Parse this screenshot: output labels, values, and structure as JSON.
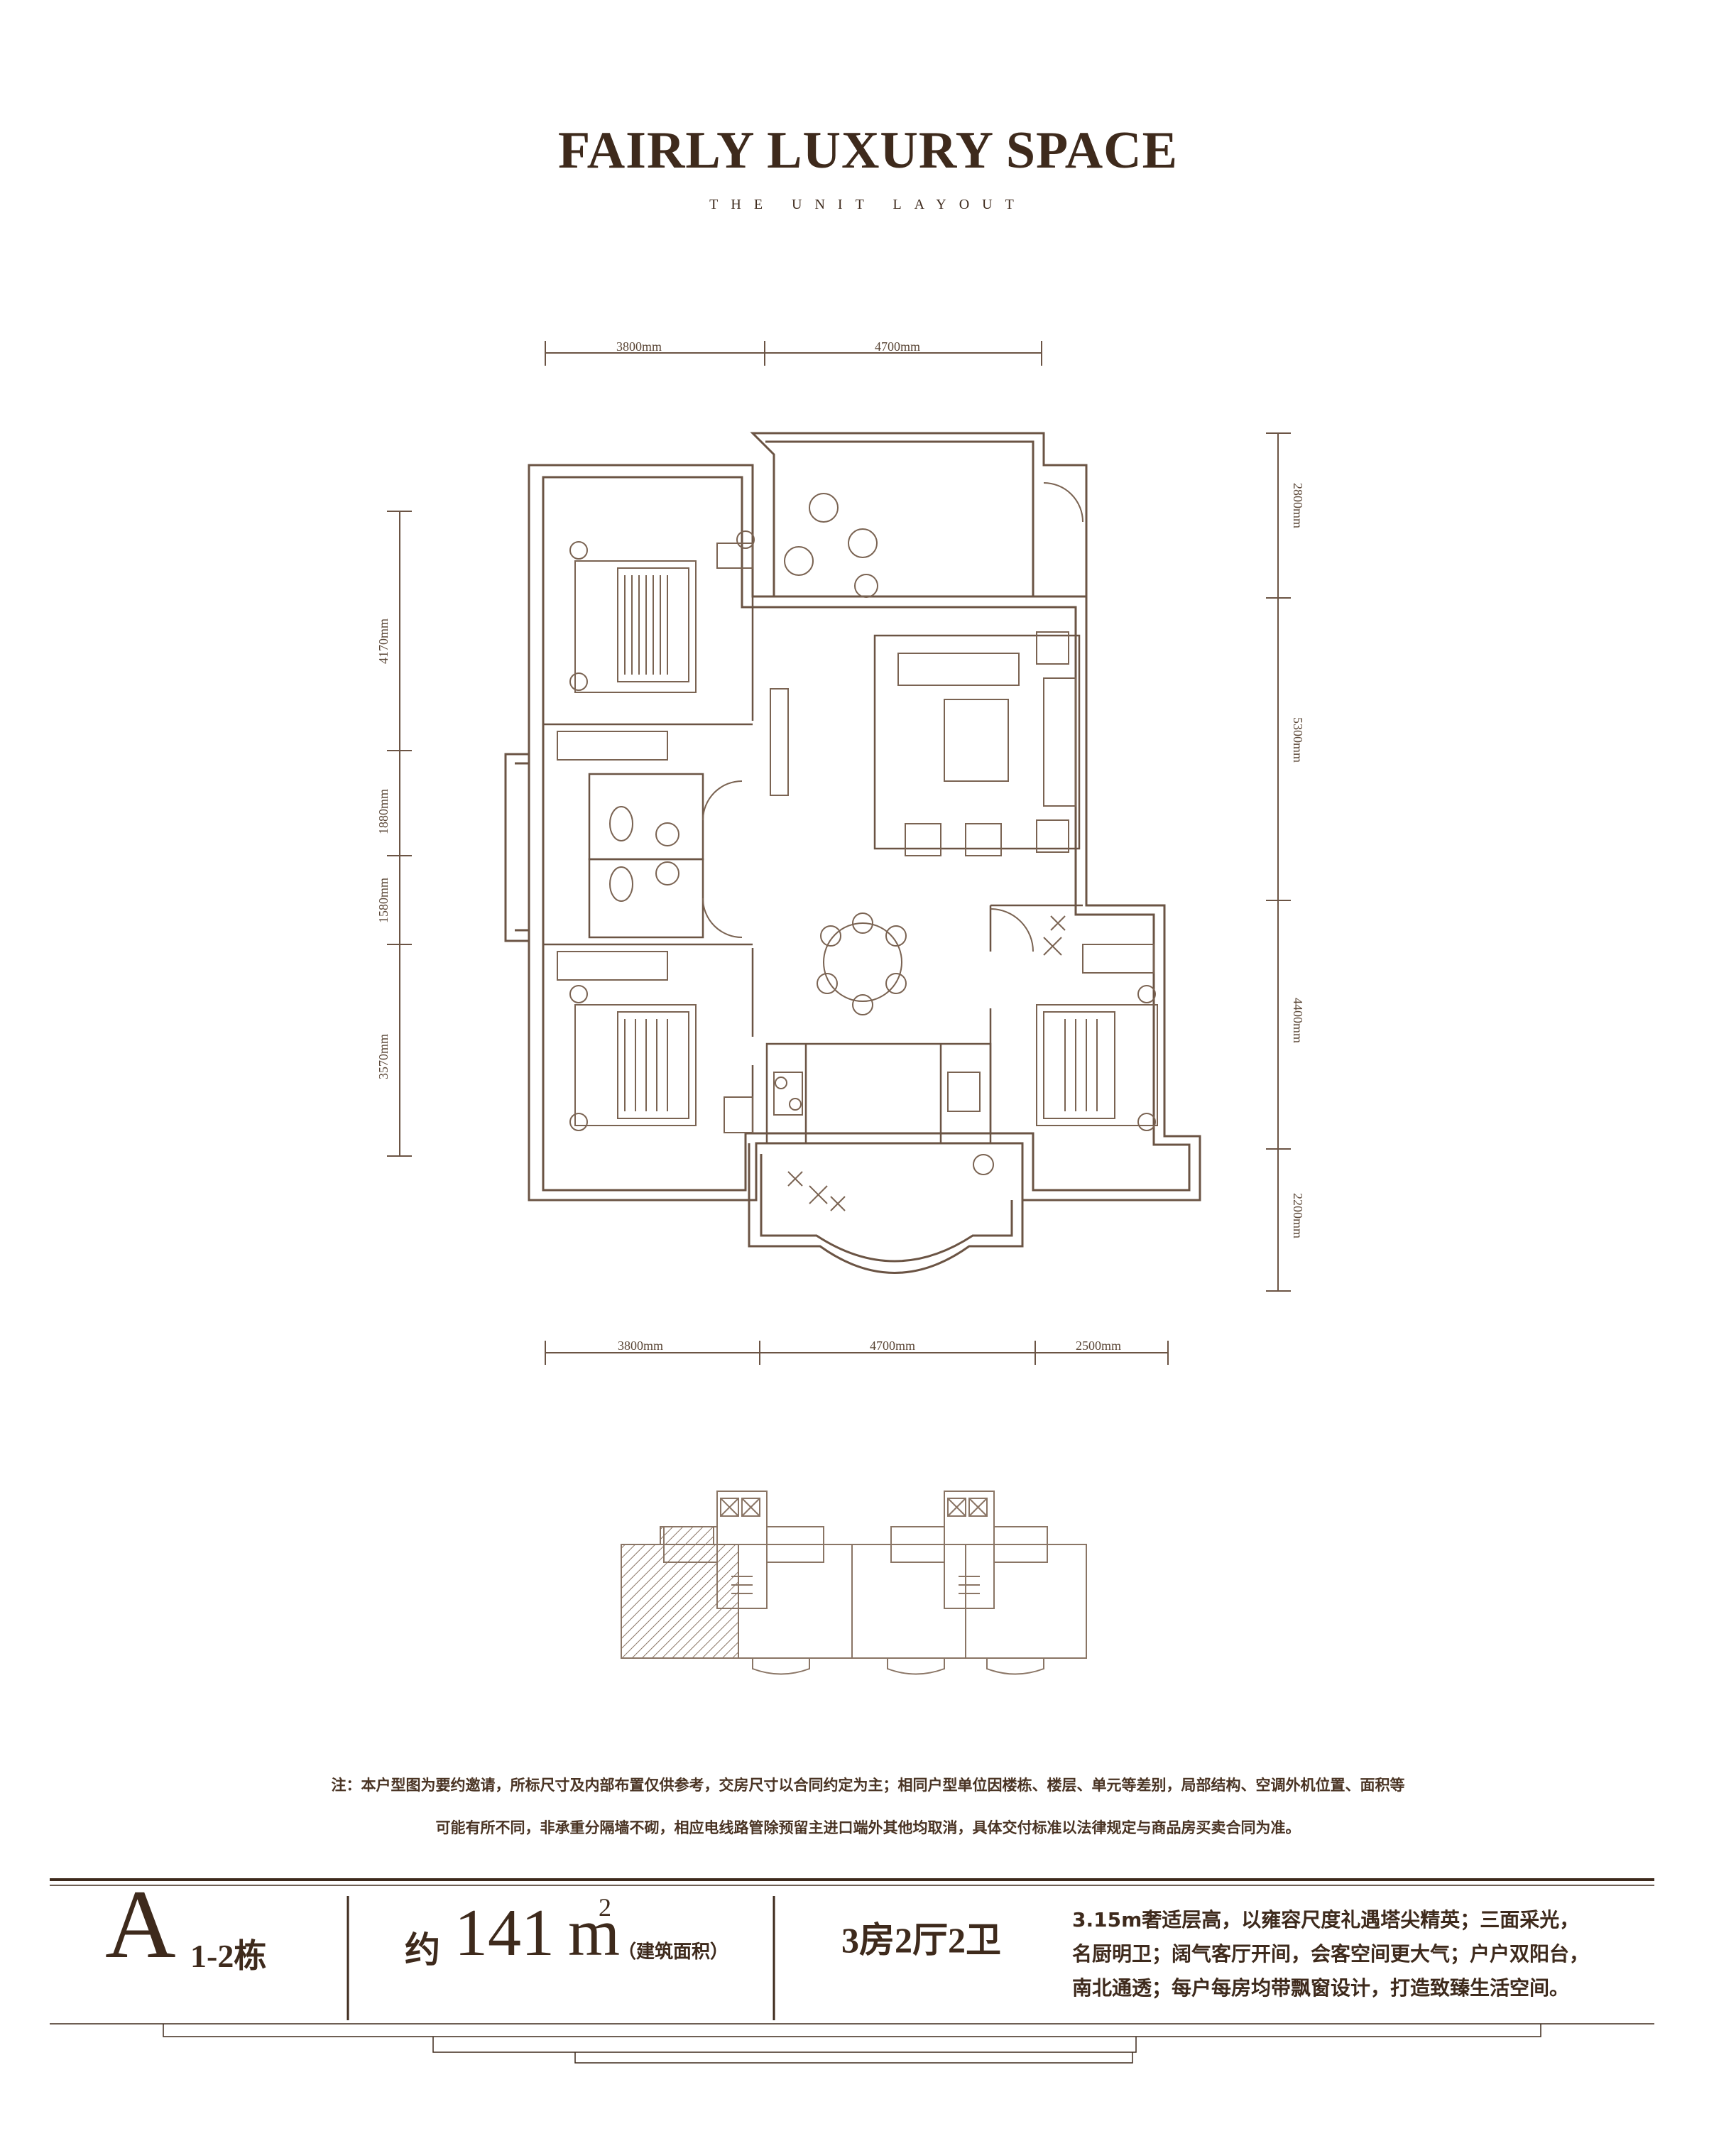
{
  "header": {
    "title": "FAIRLY LUXURY SPACE",
    "subtitle": "THE UNIT LAYOUT"
  },
  "dimensions": {
    "top": [
      "3800mm",
      "4700mm"
    ],
    "bottom": [
      "3800mm",
      "4700mm",
      "2500mm"
    ],
    "left": [
      "4170mm",
      "1880mm",
      "1580mm",
      "3570mm"
    ],
    "right": [
      "2800mm",
      "5300mm",
      "4400mm",
      "2200mm"
    ]
  },
  "notes": {
    "line1": "注：本户型图为要约邀请，所标尺寸及内部布置仅供参考，交房尺寸以合同约定为主；相同户型单位因楼栋、楼层、单元等差别，局部结构、空调外机位置、面积等",
    "line2": "可能有所不同，非承重分隔墙不砌，相应电线路管除预留主进口端外其他均取消，具体交付标准以法律规定与商品房买卖合同为准。"
  },
  "unit": {
    "letter": "A",
    "building": "1-2栋",
    "area_prefix": "约",
    "area_value": "141",
    "area_unit": "m",
    "area_sup": "2",
    "area_note": "（建筑面积）",
    "rooms": "3房2厅2卫",
    "description": [
      "3.15m奢适层高，以雍容尺度礼遇塔尖精英；三面采光，",
      "名厨明卫；阔气客厅开间，会客空间更大气；户户双阳台，",
      "南北通透；每户每房均带飘窗设计，打造致臻生活空间。"
    ]
  },
  "colors": {
    "ink": "#3e2a1c",
    "line": "#6b5444",
    "light": "#a89484"
  }
}
